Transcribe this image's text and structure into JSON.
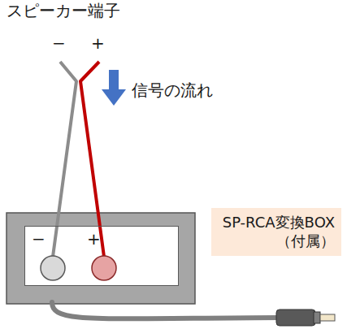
{
  "diagram": {
    "nodes": [
      {
        "text": [
          "−",
          "+"
        ]
      },
      {
        "text": [
          "SP-RCA変換BOX （付属）"
        ]
      }
    ],
    "labels": [
      "スピーカー端子",
      "−",
      "+",
      "信号の流れ"
    ]
  }
}
